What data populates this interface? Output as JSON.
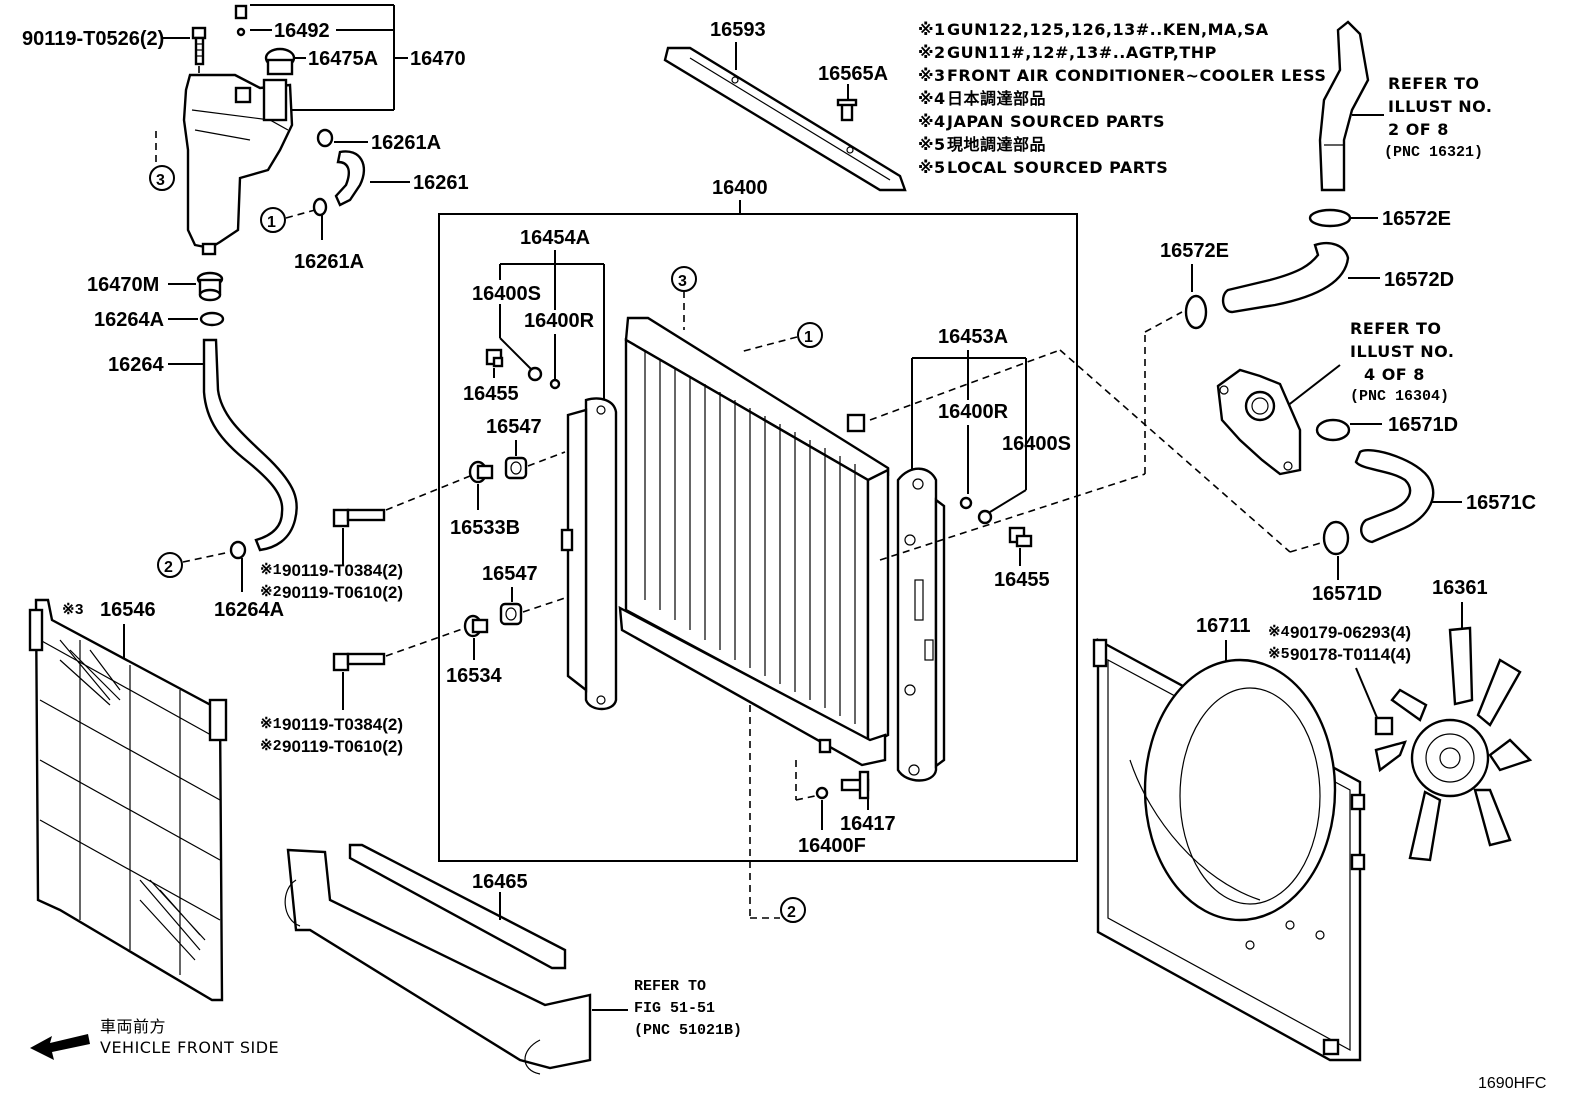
{
  "diagram_id": "1690HFC",
  "notes": [
    {
      "mark": "※1",
      "text": "GUN122,125,126,13#..KEN,MA,SA"
    },
    {
      "mark": "※2",
      "text": "GUN11#,12#,13#..AGTP,THP"
    },
    {
      "mark": "※3",
      "text": "FRONT AIR CONDITIONER~COOLER LESS"
    },
    {
      "mark": "※4",
      "text": "日本調達部品"
    },
    {
      "mark": "※4",
      "text": "JAPAN SOURCED PARTS"
    },
    {
      "mark": "※5",
      "text": "現地調達部品"
    },
    {
      "mark": "※5",
      "text": "LOCAL SOURCED PARTS"
    }
  ],
  "parts": {
    "p90119_T0526": "90119-T0526(2)",
    "p16492": "16492",
    "p16475A": "16475A",
    "p16470": "16470",
    "p16261A_top": "16261A",
    "p16261": "16261",
    "p16261A_bottom": "16261A",
    "p16470M": "16470M",
    "p16264A_top": "16264A",
    "p16264": "16264",
    "p16264A_bottom": "16264A",
    "p16593": "16593",
    "p16565A": "16565A",
    "p16400": "16400",
    "p16454A": "16454A",
    "p16400S_left": "16400S",
    "p16400R_left": "16400R",
    "p16455_left": "16455",
    "p16547_top": "16547",
    "p16533B": "16533B",
    "p16547_bottom": "16547",
    "p16534": "16534",
    "p16453A": "16453A",
    "p16400R_right": "16400R",
    "p16400S_right": "16400S",
    "p16455_right": "16455",
    "p16417": "16417",
    "p16400F": "16400F",
    "p16546": "16546",
    "p16465": "16465",
    "p16572E_top": "16572E",
    "p16572E_left": "16572E",
    "p16572D": "16572D",
    "p16571D_top": "16571D",
    "p16571C": "16571C",
    "p16571D_bottom": "16571D",
    "p16711": "16711",
    "p16361": "16361"
  },
  "bolts": {
    "upper_1": "90119-T0384(2)",
    "upper_2": "90119-T0610(2)",
    "lower_1": "90119-T0384(2)",
    "lower_2": "90119-T0610(2)",
    "fan_4": "90179-06293(4)",
    "fan_5": "90178-T0114(4)"
  },
  "marks": {
    "m1": "※1",
    "m2": "※2",
    "m3": "※3",
    "m4": "※4",
    "m5": "※5"
  },
  "circled": {
    "c1": "1",
    "c2": "2",
    "c3": "3"
  },
  "references": {
    "ref_2of8": {
      "l1": "REFER TO",
      "l2": "ILLUST NO.",
      "l3": "2 OF 8",
      "l4": "(PNC 16321)"
    },
    "ref_4of8": {
      "l1": "REFER TO",
      "l2": "ILLUST NO.",
      "l3": "4 OF 8",
      "l4": "(PNC 16304)"
    },
    "ref_fig": {
      "l1": "REFER TO",
      "l2": "FIG 51-51",
      "l3": "(PNC 51021B)"
    }
  },
  "front": {
    "jp": "車両前方",
    "en": "VEHICLE FRONT SIDE"
  }
}
